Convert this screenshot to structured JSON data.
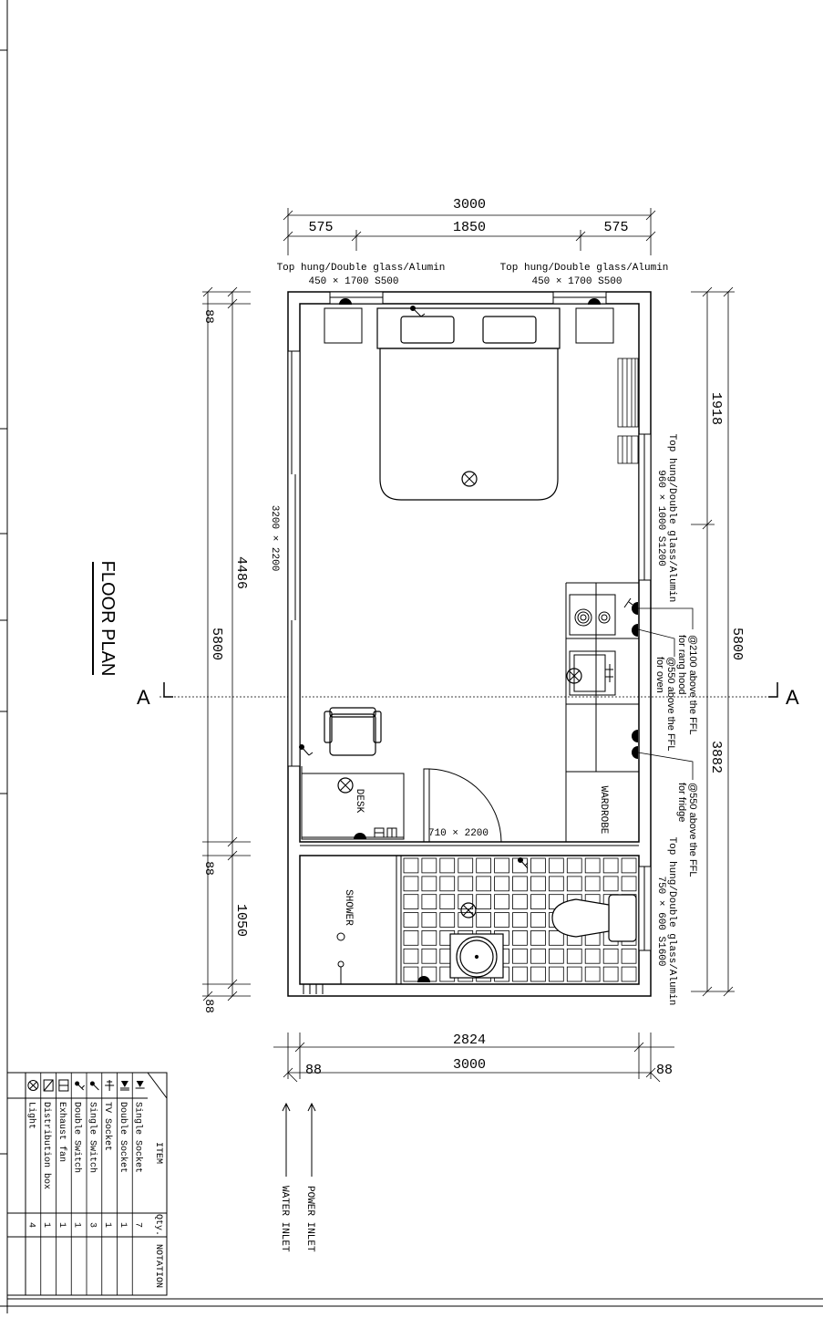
{
  "title": "FLOOR PLAN",
  "section_marks": {
    "left": "A",
    "right": "A"
  },
  "dimensions": {
    "top_total": "3000",
    "top_left": "575",
    "top_middle": "1850",
    "top_right": "575",
    "left_total": "5800",
    "left_room": "4486",
    "left_bath": "1050",
    "left_wall_top": "88",
    "left_wall_middle": "88",
    "left_wall_bottom": "88",
    "right_total": "5800",
    "right_upper": "1918",
    "right_lower": "3882",
    "bottom_inner": "2824",
    "bottom_total": "3000",
    "bottom_wall_left": "88",
    "bottom_wall_right": "88"
  },
  "openings": {
    "window_top_left_type": "Top hung/Double glass/Alumin",
    "window_top_left_size": "450 × 1700 S500",
    "window_top_right_type": "Top hung/Double glass/Alumin",
    "window_top_right_size": "450 × 1700 S500",
    "window_right_type": "Top hung/Double glass/Alumin",
    "window_right_size": "960 × 1000 S1200",
    "window_bath_type": "Top hung/Double glass/Alumin",
    "window_bath_size": "750 × 600 S1600",
    "glass_door": "3200 × 2200",
    "door": "710 × 2200"
  },
  "notes": {
    "range_hood_1": "@2100 above the FFL",
    "range_hood_2": "for rang hood",
    "oven_1": "@550 above the FFL",
    "oven_2": "for oven",
    "fridge_1": "@550 above the FFL",
    "fridge_2": "for fridge"
  },
  "room_labels": {
    "desk": "DESK",
    "shower": "SHOWER",
    "wardrobe": "WARDROBE"
  },
  "inlets": {
    "power": "POWER INLET",
    "water": "WATER INLET"
  },
  "legend": {
    "header_item": "ITEM",
    "header_qty": "Qty.",
    "header_notation": "NOTATION",
    "rows": [
      {
        "icon": "single-socket-icon",
        "item": "Single Socket",
        "qty": "7"
      },
      {
        "icon": "double-socket-icon",
        "item": "Double Socket",
        "qty": "1"
      },
      {
        "icon": "tv-socket-icon",
        "item": "TV Socket",
        "qty": "1"
      },
      {
        "icon": "single-switch-icon",
        "item": "Single Switch",
        "qty": "3"
      },
      {
        "icon": "double-switch-icon",
        "item": "Double Switch",
        "qty": "1"
      },
      {
        "icon": "exhaust-fan-icon",
        "item": "Exhaust fan",
        "qty": "1"
      },
      {
        "icon": "distribution-box-icon",
        "item": "Distribution box",
        "qty": "1"
      },
      {
        "icon": "light-icon",
        "item": "Light",
        "qty": "4"
      }
    ]
  }
}
